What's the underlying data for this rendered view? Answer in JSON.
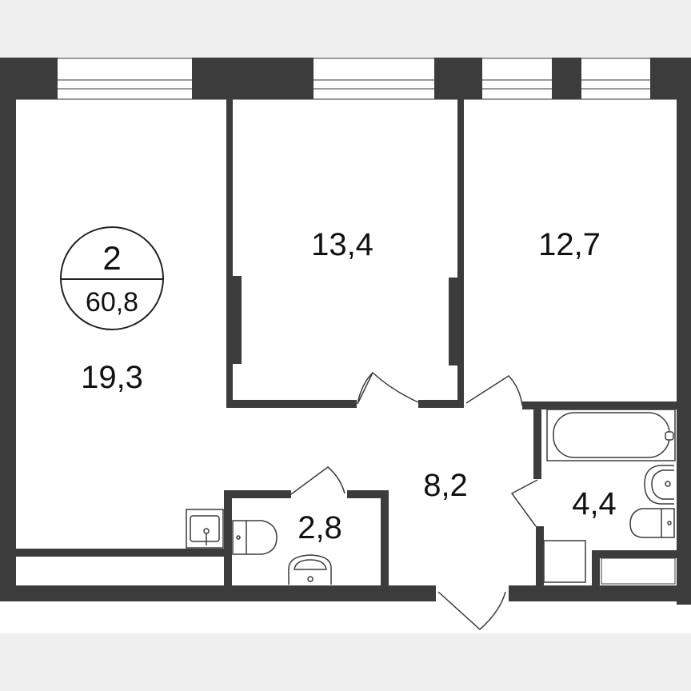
{
  "plan": {
    "background_color": "#efefef",
    "wall_color": "#3c3c3c",
    "floor_color": "#ffffff",
    "badge": {
      "rooms_count": "2",
      "total_area": "60,8"
    },
    "rooms": [
      {
        "id": "living",
        "area": "19,3"
      },
      {
        "id": "bedroom-1",
        "area": "13,4"
      },
      {
        "id": "bedroom-2",
        "area": "12,7"
      },
      {
        "id": "hallway",
        "area": "8,2"
      },
      {
        "id": "wc",
        "area": "2,8"
      },
      {
        "id": "bathroom",
        "area": "4,4"
      }
    ]
  }
}
